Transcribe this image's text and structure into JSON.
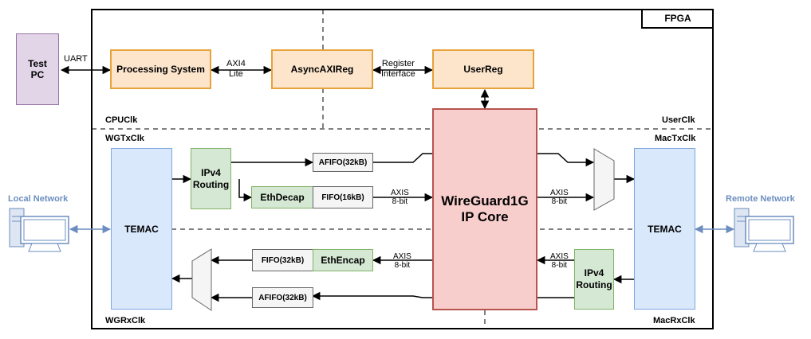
{
  "frame": {
    "fpga_label": "FPGA"
  },
  "external": {
    "test_pc": "Test\nPC",
    "uart": "UART",
    "local_network": "Local Network",
    "remote_network": "Remote Network"
  },
  "blocks": {
    "processing_system": "Processing System",
    "async_axi_reg": "AsyncAXIReg",
    "user_reg": "UserReg",
    "temac_left": "TEMAC",
    "temac_right": "TEMAC",
    "ipv4_routing_tx": "IPv4\nRouting",
    "ipv4_routing_rx": "IPv4\nRouting",
    "eth_decap": "EthDecap",
    "eth_encap": "EthEncap",
    "fifo_16kb": "FIFO(16kB)",
    "fifo_32kb": "FIFO(32kB)",
    "afifo_32kb_top": "AFIFO(32kB)",
    "afifo_32kb_bottom": "AFIFO(32kB)",
    "wireguard_core": "WireGuard1G\nIP Core"
  },
  "links": {
    "axi4_lite": "AXI4\nLite",
    "register_interface": "Register\nInterface",
    "axis_8bit_1": "AXIS\n8-bit",
    "axis_8bit_2": "AXIS\n8-bit",
    "axis_8bit_3": "AXIS\n8-bit",
    "axis_8bit_4": "AXIS\n8-bit"
  },
  "clocks": {
    "cpu": "CPUClk",
    "user": "UserClk",
    "wg_tx": "WGTxClk",
    "mac_tx": "MacTxClk",
    "wg_rx": "WGRxClk",
    "mac_rx": "MacRxClk"
  },
  "colors": {
    "orange_fill": "#fde5cc",
    "orange_border": "#e6a33c",
    "blue_fill": "#dae8fc",
    "blue_border": "#7ea6e0",
    "green_fill": "#d5e8d4",
    "green_border": "#82b366",
    "core_fill": "#f8cecc",
    "core_border": "#b85450",
    "purple_fill": "#e1d5e7",
    "network_text": "#6c8ebf"
  }
}
